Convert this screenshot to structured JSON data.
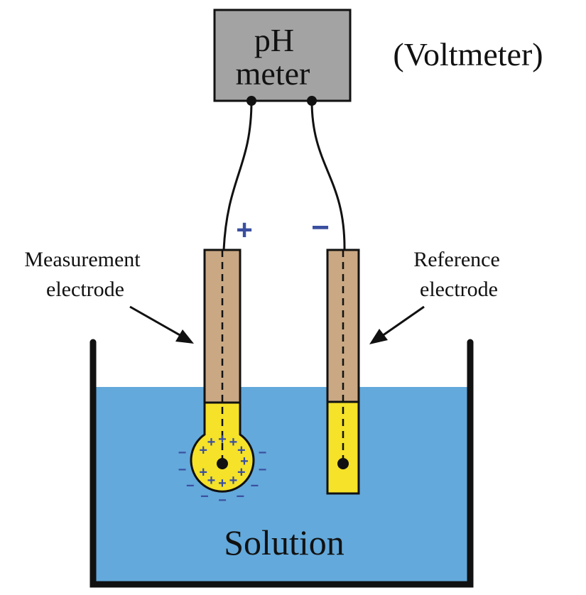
{
  "meter": {
    "line1": "pH",
    "line2": "meter",
    "annotation": "(Voltmeter)"
  },
  "measurement_electrode": {
    "line1": "Measurement",
    "line2": "electrode",
    "terminal_sign": "+"
  },
  "reference_electrode": {
    "line1": "Reference",
    "line2": "electrode",
    "terminal_sign": "−"
  },
  "solution": {
    "label": "Solution"
  },
  "colors": {
    "solution": "#63a9db",
    "meter_body": "#a3a3a3",
    "electrode_body": "#c9a883",
    "electrode_fill": "#f5e229",
    "charge_signs": "#3b4fa0",
    "outline": "#111111"
  },
  "bulb_charges": {
    "inner": "+",
    "outer": "−"
  }
}
